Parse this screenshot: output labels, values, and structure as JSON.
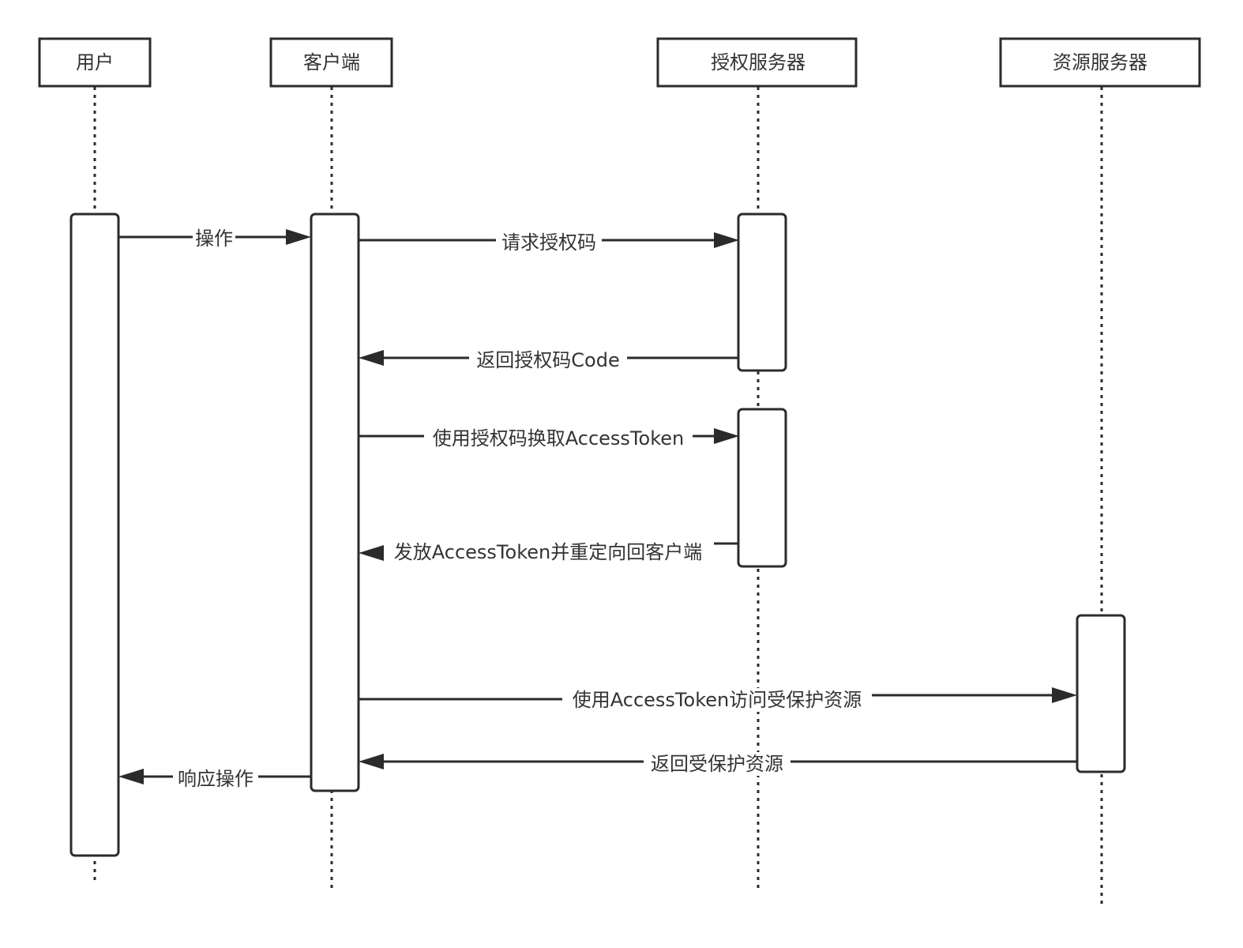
{
  "participants": [
    {
      "id": "user",
      "label": "用户"
    },
    {
      "id": "client",
      "label": "客户端"
    },
    {
      "id": "auth_server",
      "label": "授权服务器"
    },
    {
      "id": "resource_server",
      "label": "资源服务器"
    }
  ],
  "messages": [
    {
      "from": "user",
      "to": "client",
      "label": "操作"
    },
    {
      "from": "client",
      "to": "auth_server",
      "label": "请求授权码"
    },
    {
      "from": "auth_server",
      "to": "client",
      "label": "返回授权码Code"
    },
    {
      "from": "client",
      "to": "auth_server",
      "label": "使用授权码换取AccessToken"
    },
    {
      "from": "auth_server",
      "to": "client",
      "label": "发放AccessToken并重定向回客户端"
    },
    {
      "from": "client",
      "to": "resource_server",
      "label": "使用AccessToken访问受保护资源"
    },
    {
      "from": "resource_server",
      "to": "client",
      "label": "返回受保护资源"
    },
    {
      "from": "client",
      "to": "user",
      "label": "响应操作"
    }
  ],
  "colors": {
    "stroke": "#2b2b2b",
    "text": "#333333",
    "background": "#ffffff"
  }
}
